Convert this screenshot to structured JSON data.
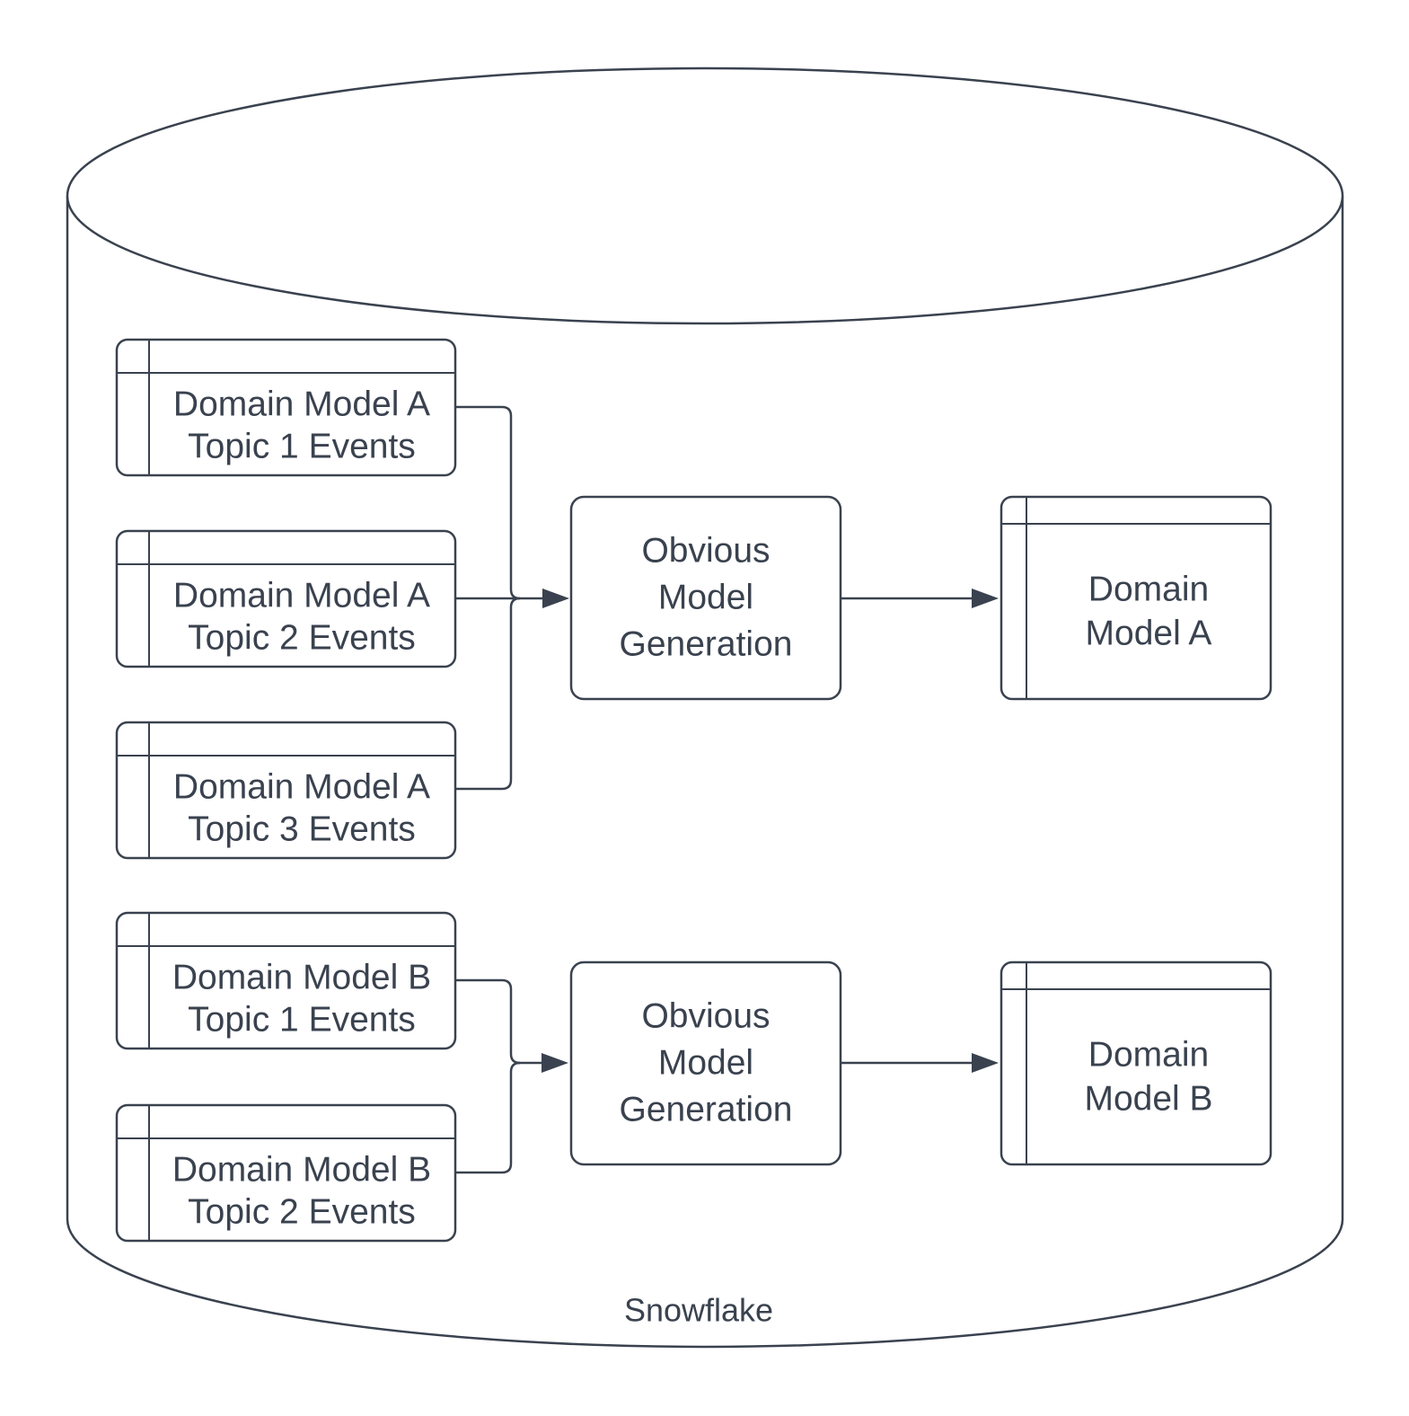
{
  "diagram": {
    "container": {
      "label": "Snowflake"
    },
    "colors": {
      "stroke": "#3a424f",
      "text": "#3a424f",
      "background": "#ffffff"
    },
    "groups": [
      {
        "sources": [
          {
            "line1": "Domain Model A",
            "line2": "Topic 1 Events"
          },
          {
            "line1": "Domain Model A",
            "line2": "Topic 2 Events"
          },
          {
            "line1": "Domain Model A",
            "line2": "Topic 3 Events"
          }
        ],
        "process": {
          "line1": "Obvious",
          "line2": "Model",
          "line3": "Generation"
        },
        "output": {
          "line1": "Domain",
          "line2": "Model A"
        }
      },
      {
        "sources": [
          {
            "line1": "Domain Model B",
            "line2": "Topic 1 Events"
          },
          {
            "line1": "Domain Model B",
            "line2": "Topic 2 Events"
          }
        ],
        "process": {
          "line1": "Obvious",
          "line2": "Model",
          "line3": "Generation"
        },
        "output": {
          "line1": "Domain",
          "line2": "Model B"
        }
      }
    ]
  }
}
